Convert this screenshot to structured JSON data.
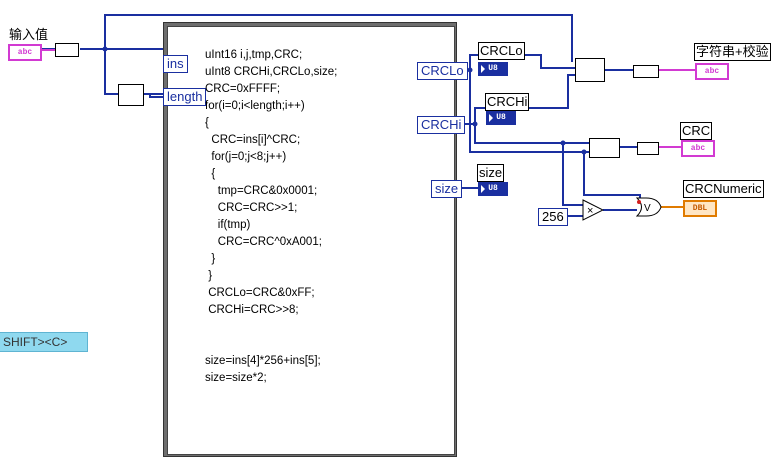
{
  "input_control": {
    "label": "输入值",
    "type_tag": "abc"
  },
  "formula_node": {
    "inputs": [
      "ins",
      "length"
    ],
    "outputs": [
      "CRCLo",
      "CRCHi",
      "size"
    ],
    "code_lines": [
      "uInt16 i,j,tmp,CRC;",
      "uInt8 CRCHi,CRCLo,size;",
      "CRC=0xFFFF;",
      "for(i=0;i<length;i++)",
      "{",
      "  CRC=ins[i]^CRC;",
      "  for(j=0;j<8;j++)",
      "  {",
      "    tmp=CRC&0x0001;",
      "    CRC=CRC>>1;",
      "    if(tmp)",
      "    CRC=CRC^0xA001;",
      "  }",
      " }",
      " CRCLo=CRC&0xFF;",
      " CRCHi=CRC>>8;",
      "",
      "",
      "size=ins[4]*256+ins[5];",
      "size=size*2;"
    ]
  },
  "indicators": {
    "crclo": {
      "label": "CRCLo",
      "type_tag": "U8"
    },
    "crchi": {
      "label": "CRCHi",
      "type_tag": "U8"
    },
    "size": {
      "label": "size",
      "type_tag": "U8"
    },
    "string_check": {
      "label": "字符串+校验",
      "type_tag": "abc"
    },
    "crc": {
      "label": "CRC",
      "type_tag": "abc"
    },
    "crc_numeric": {
      "label": "CRCNumeric",
      "type_tag": "DBL"
    }
  },
  "constant_256": "256",
  "shift_hint": "SHIFT><C>",
  "colors": {
    "wire_blue": "#1a2fa0",
    "string_pink": "#d23ad2",
    "dbl_orange": "#e07b00",
    "shift_bg": "#8fd9ef"
  }
}
